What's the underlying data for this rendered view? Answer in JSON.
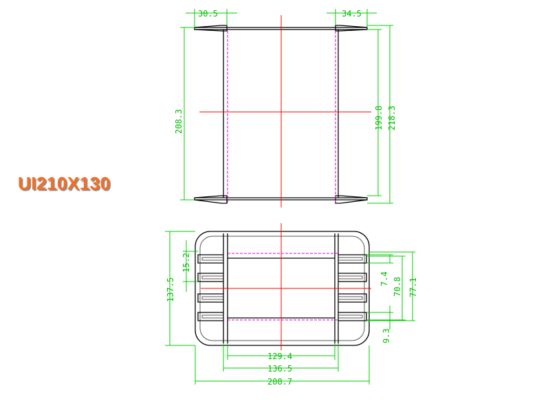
{
  "model": "UI210X130",
  "dimensions": {
    "top_left_flange": "30.5",
    "top_right_flange": "34.5",
    "left_height": "208.3",
    "inner_height": "199.8",
    "outer_height": "218.3",
    "slot_1": "15.2",
    "overall_depth": "137.5",
    "slot_2": "7.4",
    "window_height": "70.8",
    "window_outer": "77.1",
    "slot_bottom": "9.3",
    "inner_width": "129.4",
    "mid_width": "136.5",
    "overall_width": "208.7"
  },
  "colors": {
    "dimension": "#00bb00",
    "outline": "#000000",
    "centerline": "#ff0000",
    "hidden": "#dd00dd",
    "label": "#ff6a1a"
  }
}
